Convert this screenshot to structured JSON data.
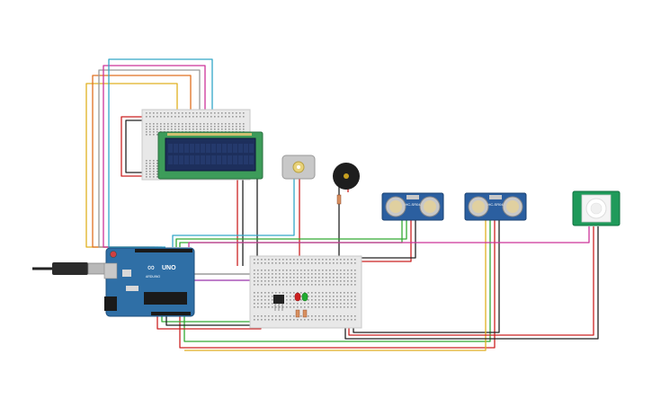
{
  "arduino": {
    "brand": "UNO",
    "logo_text": "∞",
    "model_label": "ARDUINO"
  },
  "ultrasonic_1": {
    "label": "HC-SR04"
  },
  "ultrasonic_2": {
    "label": "HC-SR04"
  },
  "colors": {
    "arduino_blue": "#2f6fa6",
    "lcd_green": "#3d9c5a",
    "lcd_screen": "#1d2f5c",
    "pir_green": "#1f9a5a",
    "sensor_blue": "#2b5fa0",
    "wire_red": "#cc2222",
    "wire_black": "#222222",
    "wire_green": "#33aa33",
    "wire_yellow": "#e0b020",
    "wire_orange": "#e07020",
    "wire_purple": "#9933aa",
    "wire_magenta": "#cc3399",
    "wire_cyan": "#33a7c8",
    "wire_gray": "#888888"
  },
  "components": [
    "usb-cable",
    "arduino-uno",
    "breadboard-top",
    "lcd-16x2",
    "dc-motor",
    "piezo-buzzer",
    "ultrasonic-sensor-1",
    "ultrasonic-sensor-2",
    "pir-sensor",
    "breadboard-main",
    "transistor",
    "led-red",
    "led-green"
  ]
}
